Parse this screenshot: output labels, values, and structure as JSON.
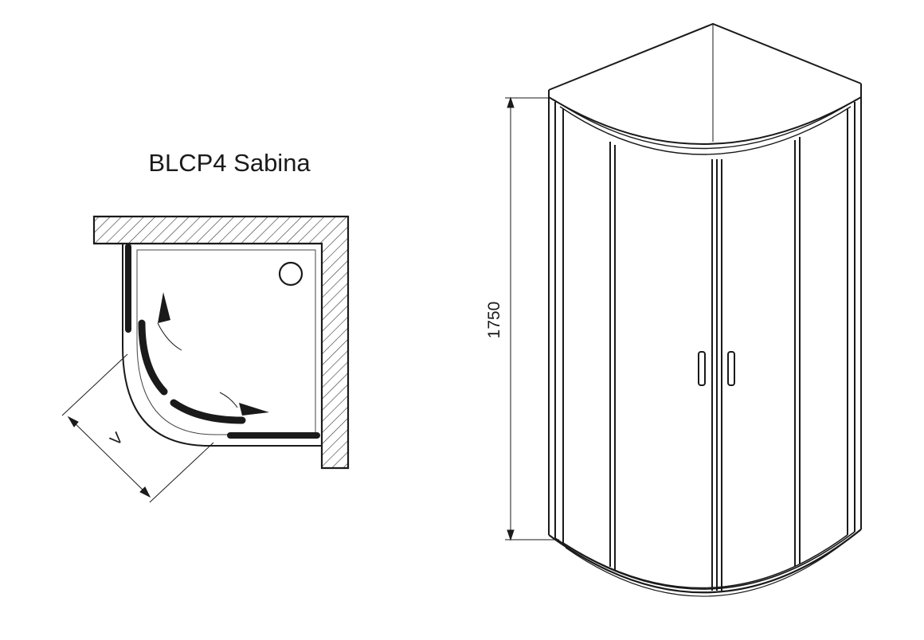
{
  "title": "BLCP4 Sabina",
  "plan_view": {
    "width_label": "V"
  },
  "elevation_view": {
    "height_label": "1750"
  }
}
